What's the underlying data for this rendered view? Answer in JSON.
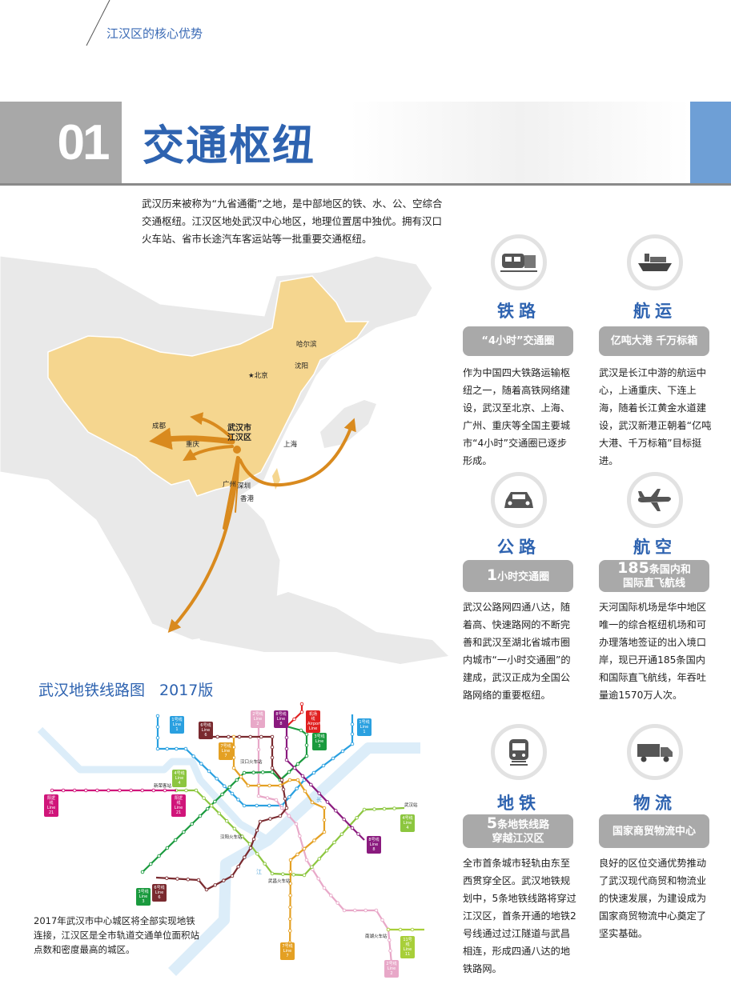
{
  "header": {
    "section_label": "江汉区的核心优势",
    "number": "01",
    "title": "交通枢纽"
  },
  "intro": "武汉历来被称为“九省通衢”之地，是中部地区的铁、水、公、空综合交通枢纽。江汉区地处武汉中心地区，地理位置居中独优。拥有汉口火车站、省市长途汽车客运站等一批重要交通枢纽。",
  "map": {
    "cities": {
      "harbin": "哈尔滨",
      "shenyang": "沈阳",
      "beijing": "★北京",
      "chengdu": "成都",
      "chongqing": "重庆",
      "wuhan1": "武汉市",
      "wuhan2": "江汉区",
      "shanghai": "上海",
      "guangzhou": "广州",
      "shenzhen": "深圳",
      "hongkong": "香港"
    },
    "colors": {
      "china": "#f5d68f",
      "land": "#e9e9e9",
      "arrow": "#d98a1e"
    }
  },
  "features": [
    {
      "icon": "train-icon",
      "title": "铁路",
      "pill": {
        "big": "",
        "rest": "“4小时”交通圈",
        "line2": ""
      },
      "text": "作为中国四大铁路运输枢纽之一，随着高铁网络建设，武汉至北京、上海、广州、重庆等全国主要城市“4小时”交通圈已逐步形成。"
    },
    {
      "icon": "ship-icon",
      "title": "航运",
      "pill": {
        "big": "",
        "rest": "亿吨大港  千万标箱",
        "line2": ""
      },
      "text": "武汉是长江中游的航运中心，上通重庆、下连上海，随着长江黄金水道建设，武汉新港正朝着“亿吨大港、千万标箱”目标挺进。"
    },
    {
      "icon": "car-icon",
      "title": "公路",
      "pill": {
        "big": "1",
        "rest": "小时交通圈",
        "line2": ""
      },
      "text": "武汉公路网四通八达，随着高、快速路网的不断完善和武汉至湖北省城市圈内城市“一小时交通圈”的建成，武汉正成为全国公路网络的重要枢纽。"
    },
    {
      "icon": "airplane-icon",
      "title": "航空",
      "pill": {
        "big": "185",
        "rest": "条国内和",
        "line2": "国际直飞航线"
      },
      "text": "天河国际机场是华中地区唯一的综合枢纽机场和可办理落地签证的出入境口岸，现已开通185条国内和国际直飞航线，年吞吐量逾1570万人次。"
    },
    {
      "icon": "metro-icon",
      "title": "地铁",
      "pill": {
        "big": "5",
        "rest": "条地铁线路",
        "line2": "穿越江汉区"
      },
      "text": "全市首条城市轻轨由东至西贯穿全区。武汉地铁规划中，5条地铁线路将穿过江汉区，首条开通的地铁2号线通过过江隧道与武昌相连，形成四通八达的地铁路网。"
    },
    {
      "icon": "truck-icon",
      "title": "物流",
      "pill": {
        "big": "",
        "rest": "国家商贸物流中心",
        "line2": ""
      },
      "text": "良好的区位交通优势推动了武汉现代商贸和物流业的快速发展，为建设成为国家商贸物流中心奠定了坚实基础。"
    }
  ],
  "metro": {
    "title": "武汉地铁线路图",
    "year": "2017版",
    "caption": "2017年武汉市中心城区将全部实现地铁连接，江汉区是全市轨道交通单位面积站点数和密度最高的城区。",
    "river_label_1": "长",
    "river_label_2": "江",
    "stations": {
      "hankou": "汉口火车站",
      "hanyang": "汉阳火车站",
      "wuchang": "武昌火车站",
      "wuhan": "武汉站",
      "xinrong": "新荣客站",
      "nanhu": "南湖火车站"
    },
    "lines": [
      {
        "id": "l1",
        "name": "1号线",
        "en": "Line 1",
        "color": "#2aa0e0"
      },
      {
        "id": "l2",
        "name": "2号线",
        "en": "Line 2",
        "color": "#e8a8c8"
      },
      {
        "id": "l3",
        "name": "3号线",
        "en": "Line 3",
        "color": "#1a9a3e"
      },
      {
        "id": "l4",
        "name": "4号线",
        "en": "Line 4",
        "color": "#8cc63f"
      },
      {
        "id": "l6",
        "name": "6号线",
        "en": "Line 6",
        "color": "#7a2a2f"
      },
      {
        "id": "l7",
        "name": "7号线",
        "en": "Line 7",
        "color": "#e4a023"
      },
      {
        "id": "l8",
        "name": "8号线",
        "en": "Line 8",
        "color": "#8a1a7e"
      },
      {
        "id": "la",
        "name": "机场线",
        "en": "Airport Line",
        "color": "#e02020"
      },
      {
        "id": "l21",
        "name": "阳逻线",
        "en": "Line 21",
        "color": "#d0157a"
      },
      {
        "id": "l11",
        "name": "11号线",
        "en": "Line 11",
        "color": "#a8cf3a"
      }
    ],
    "river_color": "#dcedf9"
  }
}
